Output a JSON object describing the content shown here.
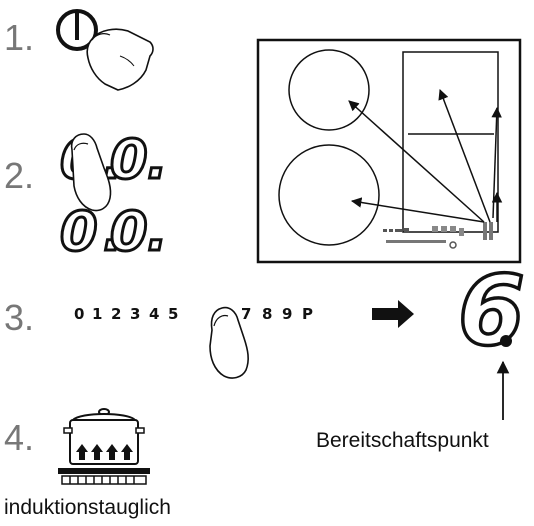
{
  "steps": {
    "step1_num": "1.",
    "step2_num": "2.",
    "step3_num": "3.",
    "step4_num": "4."
  },
  "display": {
    "top_left": "0",
    "top_right": "0",
    "bottom_left": "0",
    "bottom_right": "0",
    "decimal_point": "."
  },
  "scale": {
    "digits": [
      "0",
      "1",
      "2",
      "3",
      "4",
      "5",
      "7",
      "8",
      "9",
      "P"
    ]
  },
  "result": {
    "digit": "6"
  },
  "labels": {
    "standby_dot": "Bereitschaftspunkt",
    "induction": "induktionstauglich"
  },
  "icons": {
    "power": "power-icon",
    "finger": "pointing-finger-icon",
    "arrow": "right-arrow-icon",
    "pot": "cooking-pot-icon",
    "cooktop": "cooktop-diagram-icon"
  },
  "colors": {
    "step_number": "#777777",
    "line": "#111111",
    "finger_fill": "#ffffff"
  }
}
